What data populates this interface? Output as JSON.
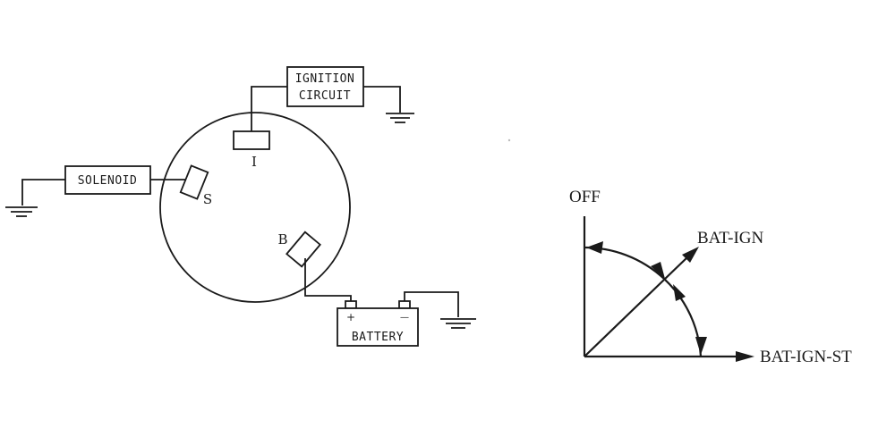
{
  "wiring": {
    "ignition_line1": "IGNITION",
    "ignition_line2": "CIRCUIT",
    "solenoid": "SOLENOID",
    "battery": "BATTERY",
    "battery_plus": "+",
    "battery_minus": "—",
    "terminal_i": "I",
    "terminal_s": "S",
    "terminal_b": "B"
  },
  "positions": {
    "off": "OFF",
    "bat_ign": "BAT-IGN",
    "bat_ign_st": "BAT-IGN-ST"
  },
  "icons": {
    "ground": "ground-symbol",
    "arrow": "arrowhead"
  }
}
